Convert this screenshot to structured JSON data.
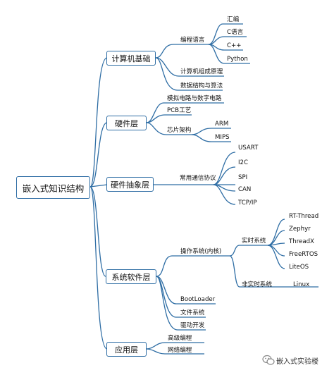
{
  "root": "嵌入式知识结构",
  "branches": {
    "computer_basics": {
      "label": "计算机基础",
      "programming": "编程语言",
      "assembly": "汇编",
      "c": "C语言",
      "cpp": "C++",
      "python": "Python",
      "principles": "计算机组成原理",
      "dsa": "数据结构与算法"
    },
    "hardware": {
      "label": "硬件层",
      "circuits": "模拟电路与数字电路",
      "pcb": "PCB工艺",
      "chip_arch": "芯片架构",
      "arm": "ARM",
      "mips": "MIPS"
    },
    "hal": {
      "label": "硬件抽象层",
      "protocols": "常用通信协议",
      "usart": "USART",
      "i2c": "I2C",
      "spi": "SPI",
      "can": "CAN",
      "tcpip": "TCP/IP"
    },
    "system_software": {
      "label": "系统软件层",
      "os": "操作系统(内核)",
      "rtos": "实时系统",
      "rtthread": "RT-Thread",
      "zephyr": "Zephyr",
      "threadx": "ThreadX",
      "freertos": "FreeRTOS",
      "liteos": "LiteOS",
      "non_rt": "非实时系统",
      "linux": "Linux",
      "bootloader": "BootLoader",
      "fs": "文件系统",
      "driver": "驱动开发"
    },
    "application": {
      "label": "应用层",
      "advanced": "高级编程",
      "network": "网络编程"
    }
  },
  "watermark": "嵌入式实验楼",
  "colors": {
    "line": "#2e6da4",
    "box_border": "#2e6da4",
    "text": "#111111"
  }
}
